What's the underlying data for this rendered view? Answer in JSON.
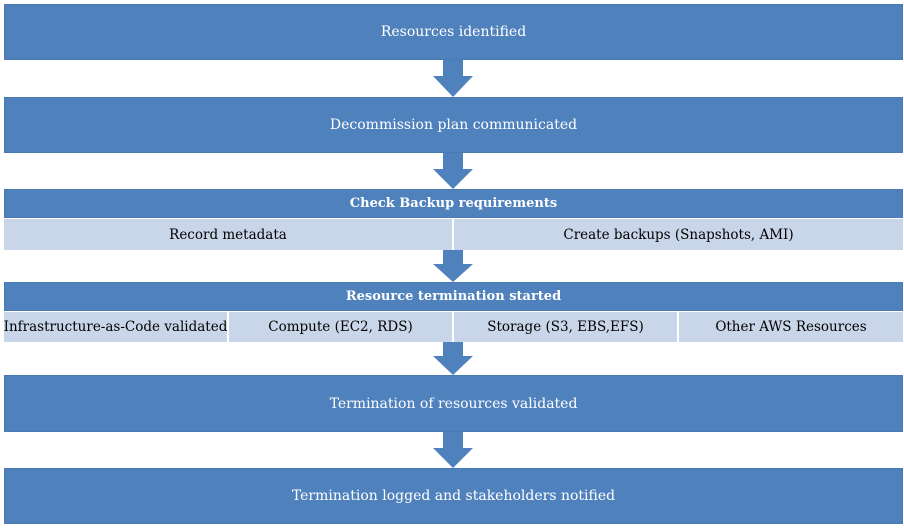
{
  "steps": {
    "s1": "Resources identified",
    "s2": "Decommission plan communicated",
    "s3": "Check Backup requirements",
    "s3_subs": [
      "Record metadata",
      "Create backups (Snapshots, AMI)"
    ],
    "s4": "Resource termination started",
    "s4_subs": [
      "Infrastructure-as-Code validated",
      "Compute (EC2, RDS)",
      "Storage (S3, EBS,EFS)",
      "Other AWS Resources"
    ],
    "s5": "Termination of resources validated",
    "s6": "Termination logged and stakeholders notified"
  },
  "colors": {
    "box": "#4f81bd",
    "sub_box": "#c9d6e9",
    "arrow": "#4f81bd"
  }
}
